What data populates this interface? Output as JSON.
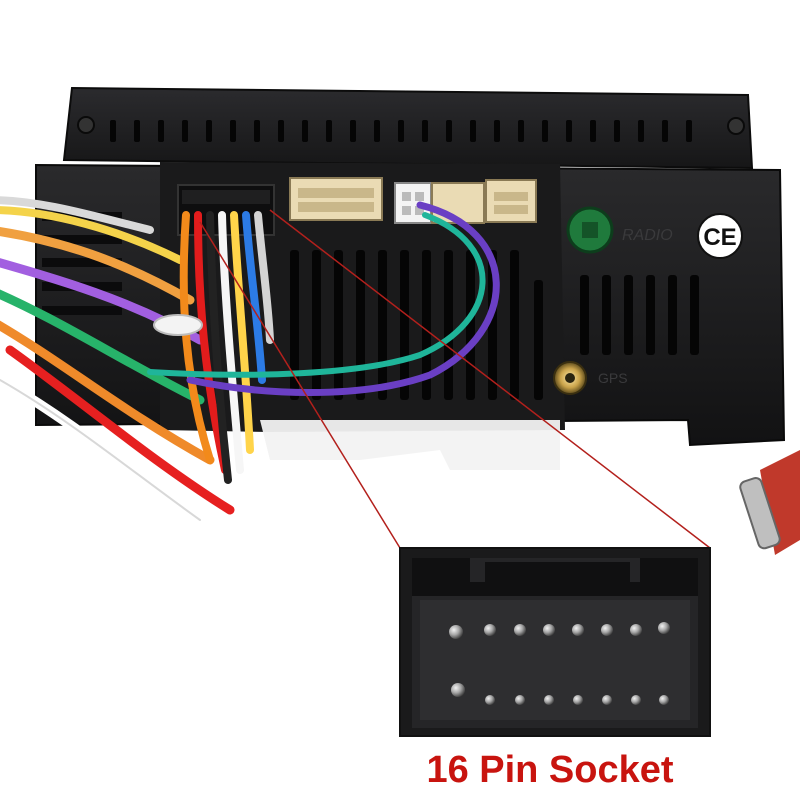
{
  "caption": "16 Pin Socket",
  "labels": {
    "radio_port": "RADIO",
    "gps_port": "GPS",
    "ce_mark": "CE"
  },
  "colors": {
    "caption": "#c8140f",
    "leader_lines": "#b3201c",
    "head_unit": "#1c1c1e",
    "connectors": "#e8d9b0",
    "radio_port": "#1f7a3c"
  },
  "wires": [
    "purple",
    "green",
    "orange",
    "red",
    "white",
    "black",
    "yellow",
    "blue"
  ]
}
